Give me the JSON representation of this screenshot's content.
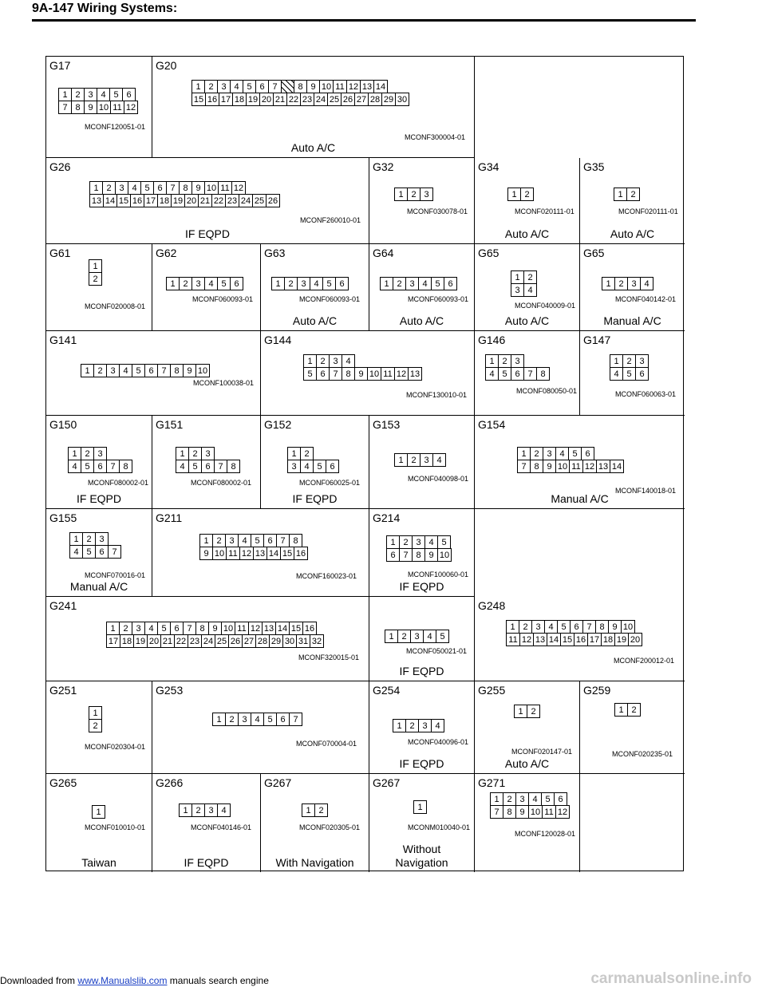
{
  "header": {
    "title": "9A-147 Wiring Systems:"
  },
  "footer": {
    "downloaded_prefix": "Downloaded from",
    "link": "www.Manualslib.com",
    "suffix": " manuals search engine",
    "watermark": "carmanualsonline.info"
  },
  "connectors": [
    {
      "id": "G17",
      "code": "MCONF120051-01",
      "caption": "",
      "rows": [
        [
          "1",
          "2",
          "3",
          "4",
          "5",
          "6"
        ],
        [
          "7",
          "8",
          "9",
          "10",
          "11",
          "12"
        ]
      ]
    },
    {
      "id": "G20",
      "code": "MCONF300004-01",
      "caption": "Auto A/C",
      "rows": [
        [
          "1",
          "2",
          "3",
          "4",
          "5",
          "6",
          "7",
          "",
          "8",
          "9",
          "10",
          "11",
          "12",
          "13",
          "14"
        ],
        [
          "15",
          "16",
          "17",
          "18",
          "19",
          "20",
          "21",
          "22",
          "23",
          "24",
          "25",
          "26",
          "27",
          "28",
          "29",
          "30"
        ]
      ]
    },
    {
      "id": "G26",
      "code": "MCONF260010-01",
      "caption": "IF EQPD",
      "rows": [
        [
          "1",
          "2",
          "3",
          "4",
          "5",
          "6",
          "7",
          "8",
          "9",
          "10",
          "11",
          "12"
        ],
        [
          "13",
          "14",
          "15",
          "16",
          "17",
          "18",
          "19",
          "20",
          "21",
          "22",
          "23",
          "24",
          "25",
          "26"
        ]
      ]
    },
    {
      "id": "G32",
      "code": "MCONF030078-01",
      "caption": "",
      "rows": [
        [
          "1",
          "2",
          "3"
        ]
      ]
    },
    {
      "id": "G34",
      "code": "MCONF020111-01",
      "caption": "Auto A/C",
      "rows": [
        [
          "1",
          "2"
        ]
      ]
    },
    {
      "id": "G35",
      "code": "MCONF020111-01",
      "caption": "Auto A/C",
      "rows": [
        [
          "1",
          "2"
        ]
      ]
    },
    {
      "id": "G61",
      "code": "MCONF020008-01",
      "caption": "",
      "rows": [
        [
          "1"
        ],
        [
          "2"
        ]
      ]
    },
    {
      "id": "G62",
      "code": "MCONF060093-01",
      "caption": "",
      "rows": [
        [
          "1",
          "2",
          "3",
          "4",
          "5",
          "6"
        ]
      ]
    },
    {
      "id": "G63",
      "code": "MCONF060093-01",
      "caption": "Auto A/C",
      "rows": [
        [
          "1",
          "2",
          "3",
          "4",
          "5",
          "6"
        ]
      ]
    },
    {
      "id": "G64",
      "code": "MCONF060093-01",
      "caption": "Auto A/C",
      "rows": [
        [
          "1",
          "2",
          "3",
          "4",
          "5",
          "6"
        ]
      ]
    },
    {
      "id": "G65",
      "code": "MCONF040009-01",
      "caption": "Auto A/C",
      "rows": [
        [
          "1",
          "2"
        ],
        [
          "3",
          "4"
        ]
      ]
    },
    {
      "id": "G65",
      "code": "MCONF040142-01",
      "caption": "Manual A/C",
      "rows": [
        [
          "1",
          "2",
          "3",
          "4"
        ]
      ]
    },
    {
      "id": "G141",
      "code": "MCONF100038-01",
      "caption": "",
      "rows": [
        [
          "1",
          "2",
          "3",
          "4",
          "5",
          "6",
          "7",
          "8",
          "9",
          "10"
        ]
      ]
    },
    {
      "id": "G144",
      "code": "MCONF130010-01",
      "caption": "",
      "rows": [
        [
          "1",
          "2",
          "3",
          "4"
        ],
        [
          "5",
          "6",
          "7",
          "8",
          "9",
          "10",
          "11",
          "12",
          "13"
        ]
      ]
    },
    {
      "id": "G146",
      "code": "MCONF080050-01",
      "caption": "",
      "rows": [
        [
          "1",
          "2",
          "3"
        ],
        [
          "4",
          "5",
          "6",
          "7",
          "8"
        ]
      ]
    },
    {
      "id": "G147",
      "code": "MCONF060063-01",
      "caption": "",
      "rows": [
        [
          "1",
          "2",
          "3"
        ],
        [
          "4",
          "5",
          "6"
        ]
      ]
    },
    {
      "id": "G150",
      "code": "MCONF080002-01",
      "caption": "IF EQPD",
      "rows": [
        [
          "1",
          "2",
          "3"
        ],
        [
          "4",
          "5",
          "6",
          "7",
          "8"
        ]
      ]
    },
    {
      "id": "G151",
      "code": "MCONF080002-01",
      "caption": "",
      "rows": [
        [
          "1",
          "2",
          "3"
        ],
        [
          "4",
          "5",
          "6",
          "7",
          "8"
        ]
      ]
    },
    {
      "id": "G152",
      "code": "MCONF060025-01",
      "caption": "IF EQPD",
      "rows": [
        [
          "1",
          "2"
        ],
        [
          "3",
          "4",
          "5",
          "6"
        ]
      ]
    },
    {
      "id": "G153",
      "code": "MCONF040098-01",
      "caption": "",
      "rows": [
        [
          "1",
          "2",
          "3",
          "4"
        ]
      ]
    },
    {
      "id": "G154",
      "code": "MCONF140018-01",
      "caption": "Manual A/C",
      "rows": [
        [
          "1",
          "2",
          "3",
          "4",
          "5",
          "6"
        ],
        [
          "7",
          "8",
          "9",
          "10",
          "11",
          "12",
          "13",
          "14"
        ]
      ]
    },
    {
      "id": "G155",
      "code": "MCONF070016-01",
      "caption": "Manual A/C",
      "rows": [
        [
          "1",
          "2",
          "3"
        ],
        [
          "4",
          "5",
          "6",
          "7"
        ]
      ]
    },
    {
      "id": "G211",
      "code": "MCONF160023-01",
      "caption": "",
      "rows": [
        [
          "1",
          "2",
          "3",
          "4",
          "5",
          "6",
          "7",
          "8"
        ],
        [
          "9",
          "10",
          "11",
          "12",
          "13",
          "14",
          "15",
          "16"
        ]
      ]
    },
    {
      "id": "G214",
      "code": "MCONF100060-01",
      "caption": "IF EQPD",
      "rows": [
        [
          "1",
          "2",
          "3",
          "4",
          "5"
        ],
        [
          "6",
          "7",
          "8",
          "9",
          "10"
        ]
      ]
    },
    {
      "id": "G241",
      "code": "MCONF320015-01",
      "caption": "",
      "rows": [
        [
          "1",
          "2",
          "3",
          "4",
          "5",
          "6",
          "7",
          "8",
          "9",
          "10",
          "11",
          "12",
          "13",
          "14",
          "15",
          "16"
        ],
        [
          "17",
          "18",
          "19",
          "20",
          "21",
          "22",
          "23",
          "24",
          "25",
          "26",
          "27",
          "28",
          "29",
          "30",
          "31",
          "32"
        ]
      ]
    },
    {
      "id": "",
      "code": "MCONF050021-01",
      "caption": "IF EQPD",
      "rows": [
        [
          "1",
          "2",
          "3",
          "4",
          "5"
        ]
      ]
    },
    {
      "id": "G248",
      "code": "MCONF200012-01",
      "caption": "",
      "rows": [
        [
          "1",
          "2",
          "3",
          "4",
          "5",
          "6",
          "7",
          "8",
          "9",
          "10"
        ],
        [
          "11",
          "12",
          "13",
          "14",
          "15",
          "16",
          "17",
          "18",
          "19",
          "20"
        ]
      ]
    },
    {
      "id": "G251",
      "code": "MCONF020304-01",
      "caption": "",
      "rows": [
        [
          "1"
        ],
        [
          "2"
        ]
      ]
    },
    {
      "id": "G253",
      "code": "MCONF070004-01",
      "caption": "",
      "rows": [
        [
          "1",
          "2",
          "3",
          "4",
          "5",
          "6",
          "7"
        ]
      ]
    },
    {
      "id": "G254",
      "code": "MCONF040096-01",
      "caption": "IF EQPD",
      "rows": [
        [
          "1",
          "2",
          "3",
          "4"
        ]
      ]
    },
    {
      "id": "G255",
      "code": "MCONF020147-01",
      "caption": "Auto A/C",
      "rows": [
        [
          "1",
          "2"
        ]
      ]
    },
    {
      "id": "G259",
      "code": "MCONF020235-01",
      "caption": "",
      "rows": [
        [
          "1",
          "2"
        ]
      ]
    },
    {
      "id": "G265",
      "code": "MCONF010010-01",
      "caption": "Taiwan",
      "rows": [
        [
          "1"
        ]
      ]
    },
    {
      "id": "G266",
      "code": "MCONF040146-01",
      "caption": "IF EQPD",
      "rows": [
        [
          "1",
          "2",
          "3",
          "4"
        ]
      ]
    },
    {
      "id": "G267",
      "code": "MCONF020305-01",
      "caption": "With Navigation",
      "rows": [
        [
          "1",
          "2"
        ]
      ]
    },
    {
      "id": "G267",
      "code": "MCONM010040-01",
      "caption": "Without Navigation",
      "rows": [
        [
          "1"
        ]
      ]
    },
    {
      "id": "G271",
      "code": "MCONF120028-01",
      "caption": "",
      "rows": [
        [
          "1",
          "2",
          "3",
          "4",
          "5",
          "6"
        ],
        [
          "7",
          "8",
          "9",
          "10",
          "11",
          "12"
        ]
      ]
    }
  ]
}
